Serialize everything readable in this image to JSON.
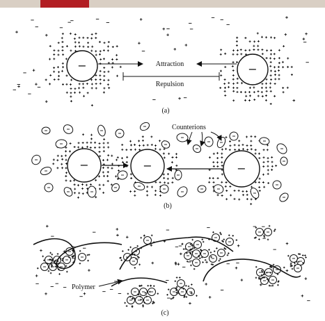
{
  "panel_a": {
    "attraction_label": "Attraction",
    "repulsion_label": "Repulsion",
    "caption": "(a)",
    "particle_sign": "−"
  },
  "panel_b": {
    "counterions_label": "Counterions",
    "caption": "(b)",
    "particle_sign": "−"
  },
  "panel_c": {
    "polymer_label": "Polymer",
    "caption": "(c)"
  },
  "colors": {
    "top_bar": "#d9cfc4",
    "top_bar_accent": "#b21e23",
    "ink": "#111111"
  }
}
